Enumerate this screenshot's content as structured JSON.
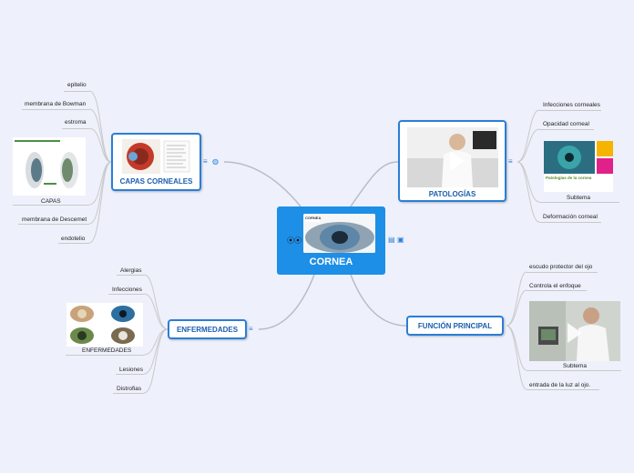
{
  "central": {
    "title": "CORNEA",
    "image_label": "CORNEA"
  },
  "branches": {
    "capas": {
      "title": "CAPAS CORNEALES",
      "leaves": [
        "epitelio",
        "membrana de Bowman",
        "estroma",
        "CAPAS",
        "membrana de Descemet",
        "endotelio"
      ]
    },
    "patologias": {
      "title": "PATOLOGÍAS",
      "leaves": [
        "Infecciones corneales",
        "Opacidad corneal",
        "Subtema",
        "Deformación corneal"
      ],
      "image_title": "Patologías de la cornea"
    },
    "enfermedades": {
      "title": "ENFERMEDADES",
      "leaves": [
        "Alergias",
        "Infecciones",
        "ENFERMEDADES",
        "Lesiones",
        "Distrofias"
      ]
    },
    "funcion": {
      "title": "FUNCIÓN PRINCIPAL",
      "leaves": [
        "escudo protector del ojo",
        "Controla el enfoque",
        "Subtema",
        "entrada de la luz al ojo."
      ]
    }
  },
  "colors": {
    "accent": "#2b7ed6",
    "central": "#1e8fe6",
    "background": "#eef1fb",
    "link": "#b8bcc6"
  },
  "icons": [
    "eyes-icon",
    "notes-icon",
    "image-icon",
    "globe-icon",
    "play-icon"
  ]
}
